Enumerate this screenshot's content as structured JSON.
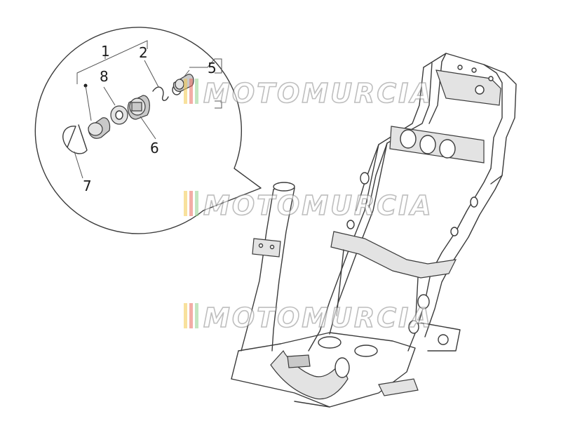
{
  "watermark": {
    "text": "MOTOMURCIA",
    "stripe_colors": [
      "#f2c94c",
      "#e96a5d",
      "#8fd18b"
    ]
  },
  "callouts": [
    {
      "id": "1",
      "label": "1"
    },
    {
      "id": "2",
      "label": "2"
    },
    {
      "id": "5",
      "label": "5"
    },
    {
      "id": "6",
      "label": "6"
    },
    {
      "id": "7",
      "label": "7"
    },
    {
      "id": "8",
      "label": "8"
    }
  ]
}
